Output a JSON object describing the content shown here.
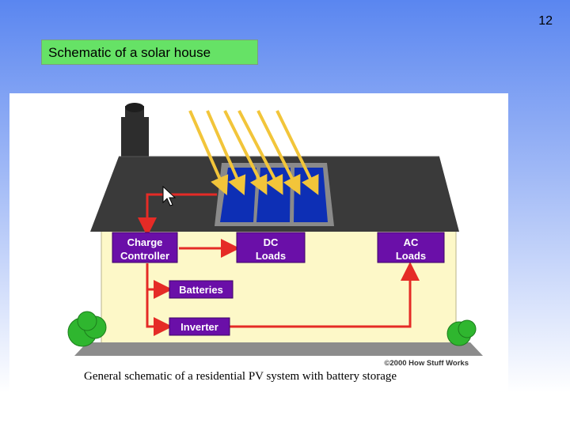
{
  "slide": {
    "number": "12",
    "title": "Schematic of a solar house"
  },
  "diagram": {
    "boxes": {
      "charge_controller": [
        "Charge",
        "Controller"
      ],
      "dc_loads": [
        "DC",
        "Loads"
      ],
      "ac_loads": [
        "AC",
        "Loads"
      ],
      "batteries": "Batteries",
      "inverter": "Inverter"
    },
    "credit": "©2000 How Stuff Works",
    "caption": "General schematic of a residential PV system with battery storage"
  },
  "colors": {
    "title_bg": "#66e266",
    "box_fill": "#6a0fa8",
    "arrow": "#e52b26",
    "roof": "#3a3a3a",
    "wall": "#fdf8c8",
    "panel": "#0d2fb5",
    "sunray": "#f2c53a",
    "bush": "#2fb62f"
  },
  "icons": {
    "pointer": "mouse-cursor-icon"
  }
}
